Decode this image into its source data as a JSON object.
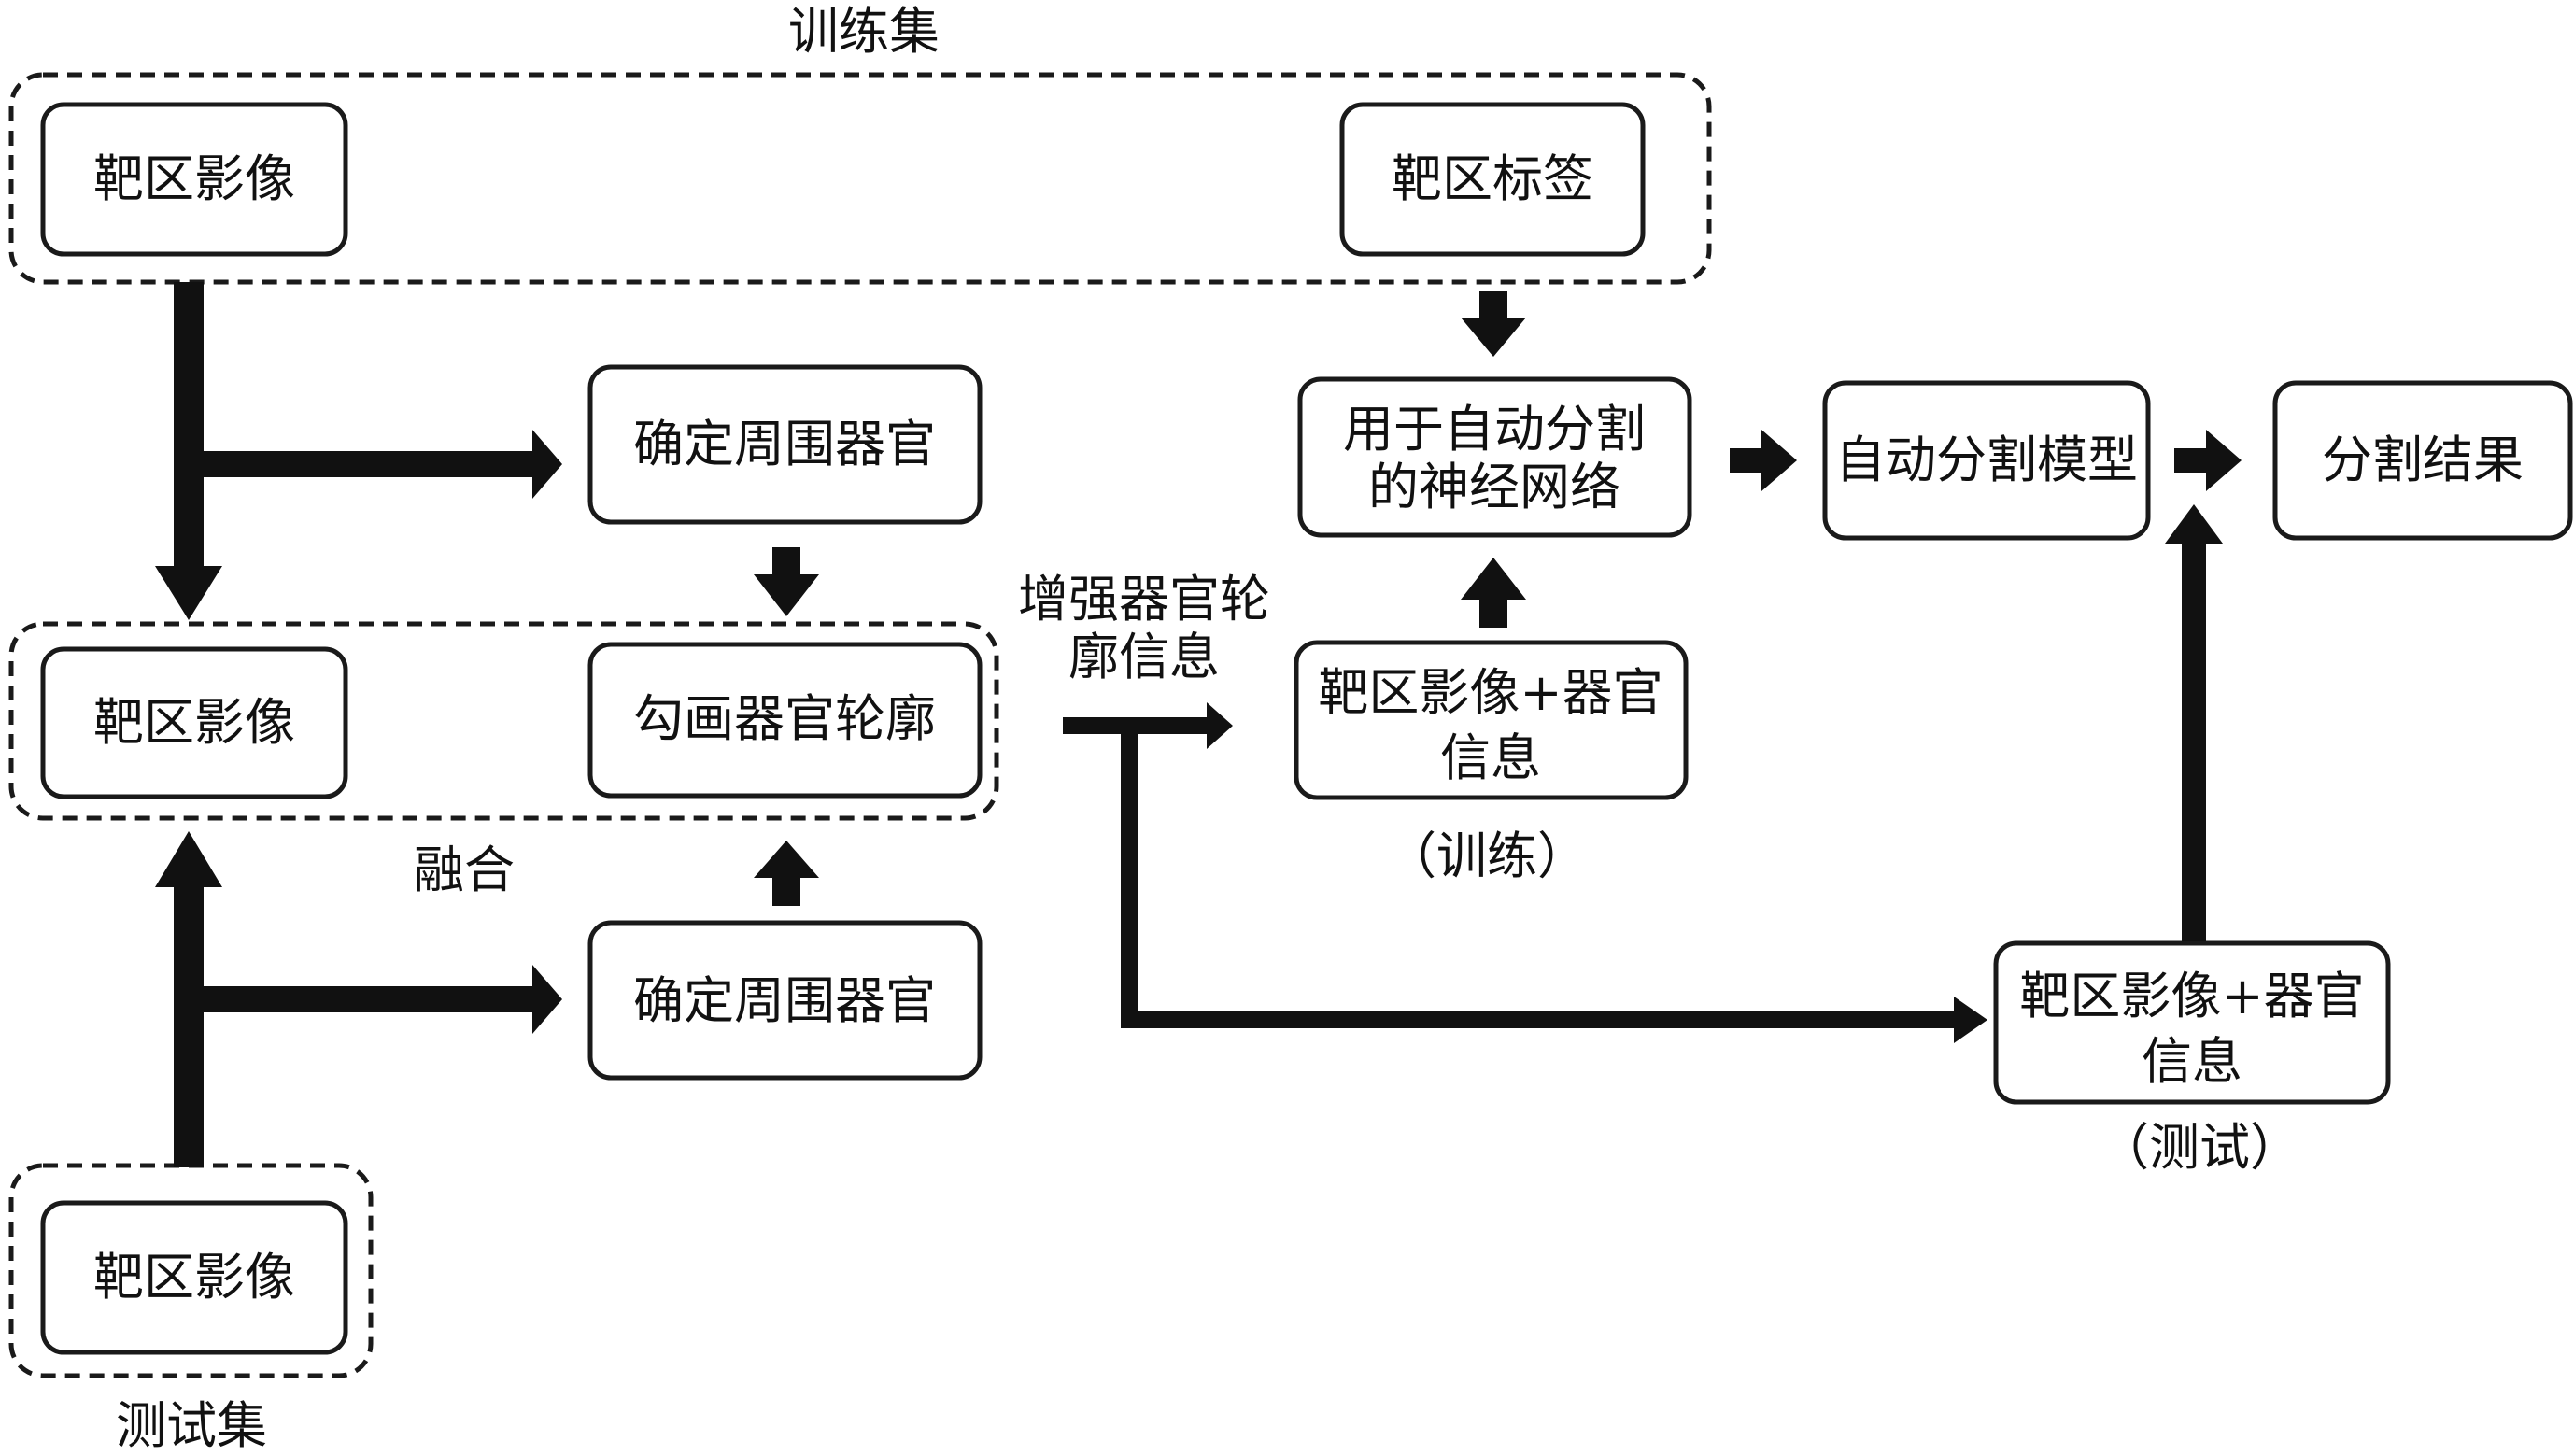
{
  "groups": {
    "train_set": "训练集",
    "test_set": "测试集",
    "fusion": "融合"
  },
  "nodes": {
    "train_target_image": "靶区影像",
    "target_label": "靶区标签",
    "determine_organs_top": "确定周围器官",
    "neural_net_line1": "用于自动分割",
    "neural_net_line2": "的神经网络",
    "auto_seg_model": "自动分割模型",
    "seg_result": "分割结果",
    "fused_target_image": "靶区影像",
    "outline_organ_contour": "勾画器官轮廓",
    "train_input_line1": "靶区影像+器官",
    "train_input_line2": "信息",
    "determine_organs_bottom": "确定周围器官",
    "test_target_image": "靶区影像",
    "test_input_line1": "靶区影像+器官",
    "test_input_line2": "信息"
  },
  "annotations": {
    "enhance_line1": "增强器官轮",
    "enhance_line2": "廓信息",
    "train_note": "（训练）",
    "test_note": "（测试）"
  }
}
